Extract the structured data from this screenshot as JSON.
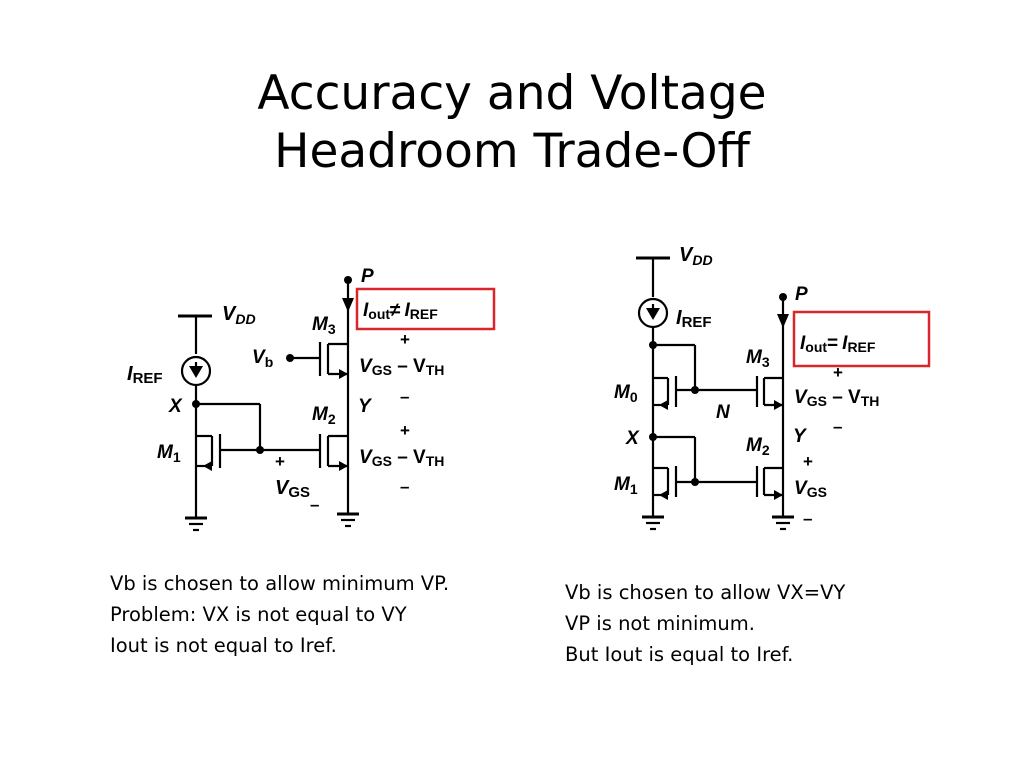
{
  "title": {
    "line1": "Accuracy and Voltage",
    "line2": "Headroom Trade-Off"
  },
  "left_circuit": {
    "vdd": "V",
    "vdd_sub": "DD",
    "iref": "I",
    "iref_sub": "REF",
    "node_x": "X",
    "node_p": "P",
    "node_y": "Y",
    "m1": "M",
    "m1_sub": "1",
    "m2": "M",
    "m2_sub": "2",
    "m3": "M",
    "m3_sub": "3",
    "vb": "V",
    "vb_sub": "b",
    "vgs_top": "V",
    "vgs_top_sub": "GS",
    "vth_top": " – V",
    "vth_top_sub": "TH",
    "vgs_mid": "V",
    "vgs_mid_sub": "GS",
    "vth_mid": " – V",
    "vth_mid_sub": "TH",
    "vgs_m1": "V",
    "vgs_m1_sub": "GS",
    "plus": "+",
    "minus": "–",
    "iout_eq": {
      "i1": "I",
      "s1": "out",
      "op": "≠",
      "i2": "I",
      "s2": "REF"
    }
  },
  "right_circuit": {
    "vdd": "V",
    "vdd_sub": "DD",
    "iref": "I",
    "iref_sub": "REF",
    "node_x": "X",
    "node_p": "P",
    "node_y": "Y",
    "node_n": "N",
    "m0": "M",
    "m0_sub": "0",
    "m1": "M",
    "m1_sub": "1",
    "m2": "M",
    "m2_sub": "2",
    "m3": "M",
    "m3_sub": "3",
    "vgs_top": "V",
    "vgs_top_sub": "GS",
    "vth_top": " – V",
    "vth_top_sub": "TH",
    "vgs_bot": "V",
    "vgs_bot_sub": "GS",
    "plus": "+",
    "minus": "–",
    "iout_eq": {
      "i1": "I",
      "s1": "out",
      "op": "=",
      "i2": "I",
      "s2": "REF"
    }
  },
  "left_caption": [
    "Vb is chosen to allow minimum VP.",
    "Problem: VX is not equal to VY",
    "Iout is not equal to Iref."
  ],
  "right_caption": [
    "Vb is chosen to allow VX=VY",
    "VP is not minimum.",
    "But Iout is equal to Iref."
  ],
  "colors": {
    "highlight_box": "#d8262b",
    "ink": "#000000"
  }
}
